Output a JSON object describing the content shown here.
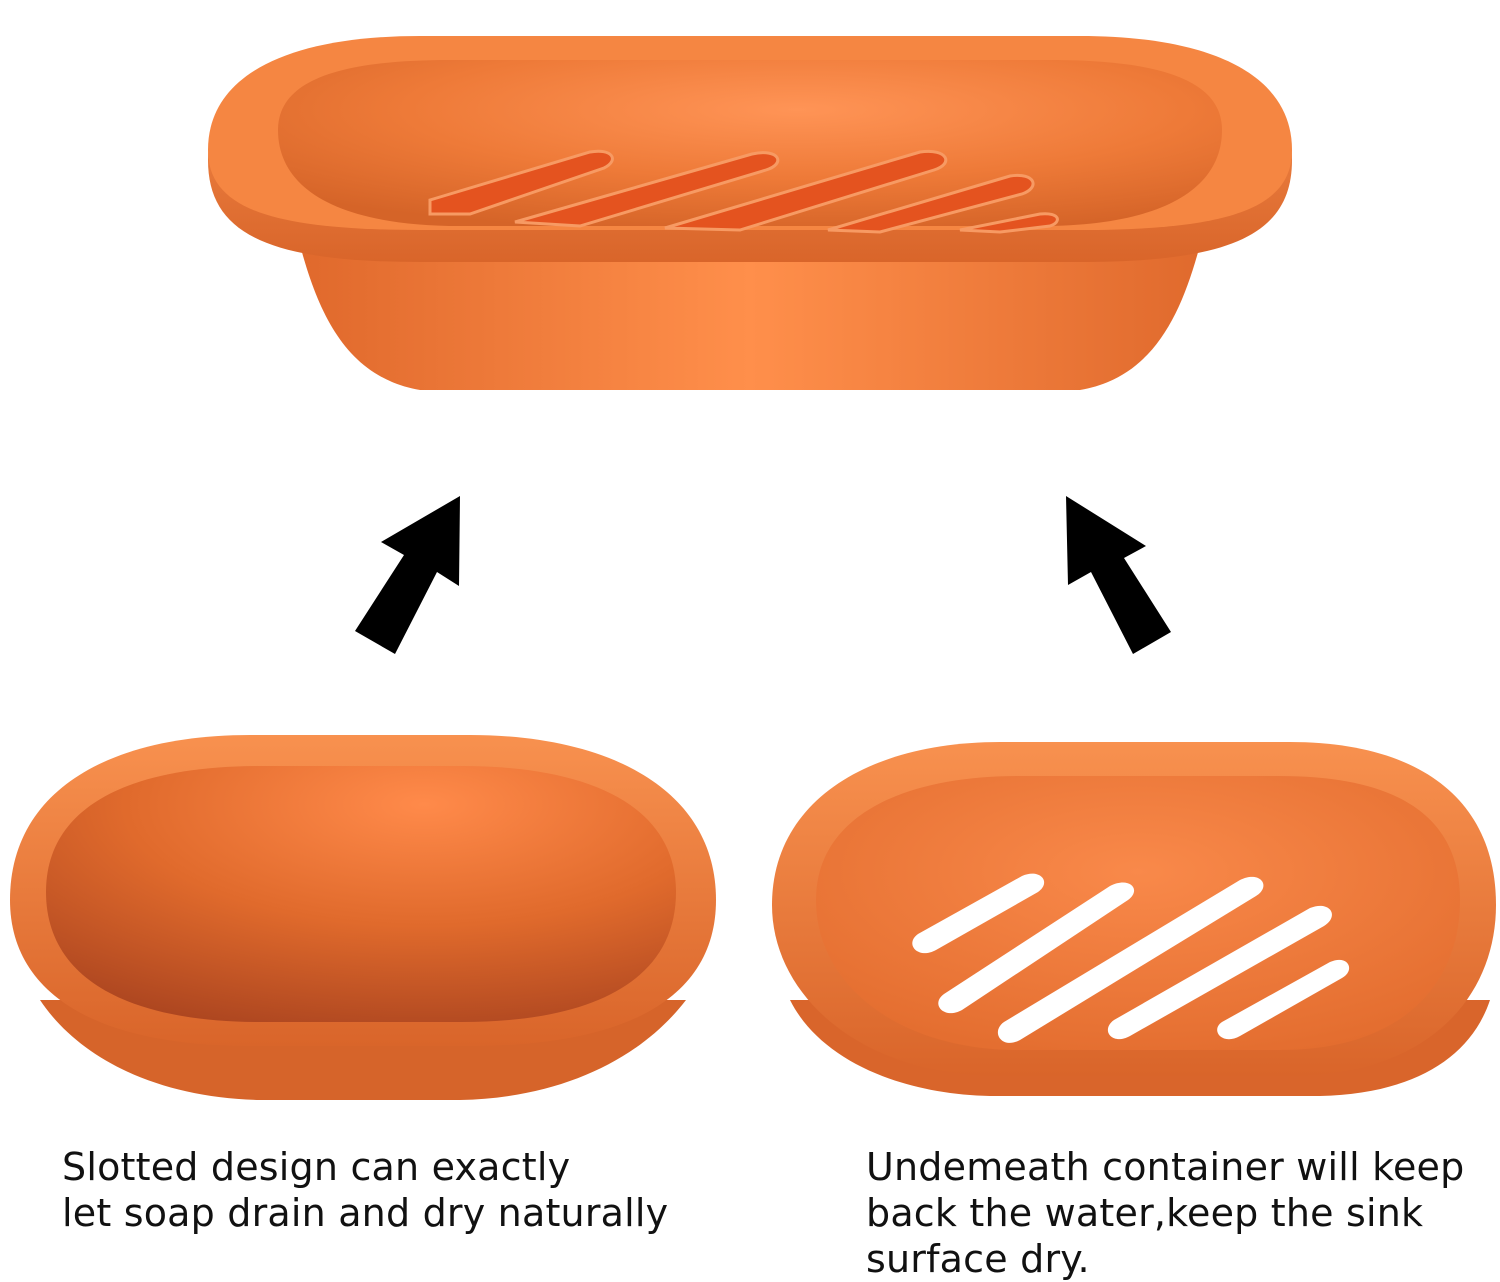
{
  "captions": {
    "left": {
      "lines": [
        "Slotted design can exactly",
        "let soap drain and dry naturally"
      ]
    },
    "right": {
      "lines": [
        "Undemeath container will keep",
        "back the water,keep the sink",
        "surface dry."
      ]
    }
  },
  "colors": {
    "dish_orange": "#f07d3c",
    "dish_orange_light": "#ff9a5c",
    "dish_orange_dark": "#c85a22",
    "slot_deep": "#e4531f",
    "arrow": "#000000",
    "background": "#ffffff",
    "text": "#111111"
  },
  "icons": {
    "arrow_left": "arrow-up-right-icon",
    "arrow_right": "arrow-up-left-icon"
  }
}
